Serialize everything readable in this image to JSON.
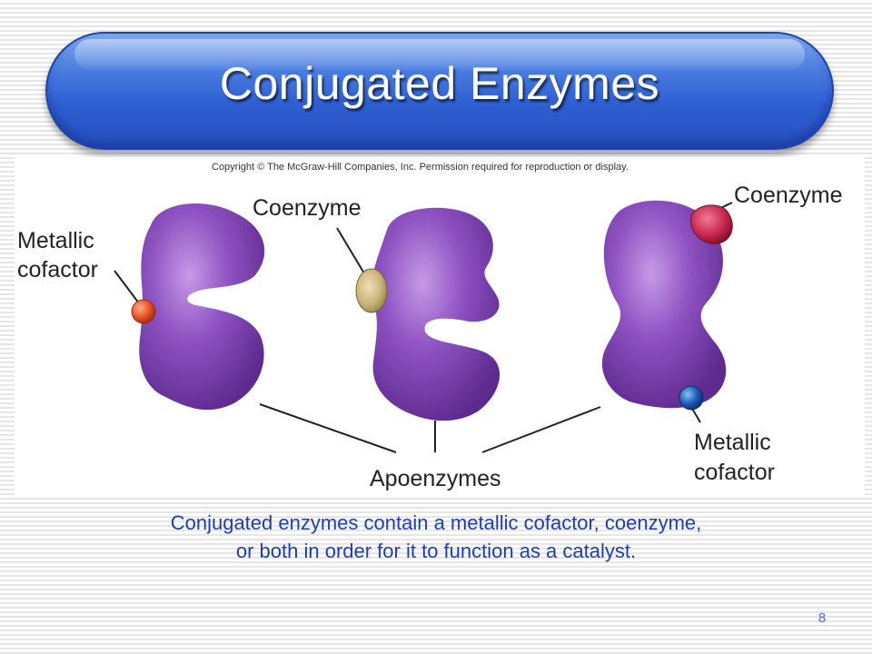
{
  "slide": {
    "title": "Conjugated Enzymes",
    "page_number": "8"
  },
  "figure": {
    "copyright": "Copyright © The McGraw-Hill Companies, Inc. Permission required for reproduction or display.",
    "labels": {
      "metallic_cofactor_left_line1": "Metallic",
      "metallic_cofactor_left_line2": "cofactor",
      "coenzyme_middle": "Coenzyme",
      "coenzyme_right": "Coenzyme",
      "metallic_cofactor_right_line1": "Metallic",
      "metallic_cofactor_right_line2": "cofactor",
      "apoenzymes": "Apoenzymes"
    },
    "colors": {
      "enzyme_body": "#8a4dbc",
      "metal_left": "#e8572a",
      "coenzyme_middle": "#c9b27a",
      "coenzyme_right": "#c8284f",
      "metal_right": "#1f5fb8"
    }
  },
  "caption": {
    "line1": "Conjugated enzymes contain a metallic cofactor, coenzyme,",
    "line2": "or both in order for it to function as a catalyst."
  }
}
